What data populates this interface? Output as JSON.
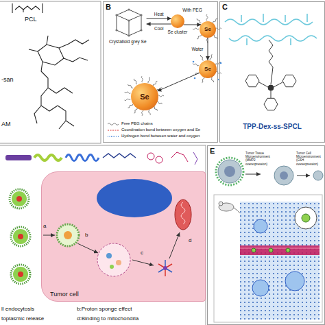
{
  "diagram": {
    "nodes": [
      {
        "text": [
          "B"
        ]
      },
      {
        "text": [
          "Crystalloid grey Se"
        ],
        "in": 0
      },
      {
        "text": [
          "Se cluster"
        ],
        "in": 0
      },
      {
        "text": [
          "Se"
        ],
        "in": 0
      },
      {
        "text": [
          "Se"
        ],
        "in": 0
      },
      {
        "text": [
          "Se"
        ],
        "in": 0
      },
      {
        "text": [
          "C",
          "TPP-Dex-ss-SPCL"
        ]
      },
      {
        "text": [
          "Tumor cell"
        ]
      },
      {
        "text": [
          "E"
        ]
      }
    ],
    "edges": [
      {
        "from": 1,
        "to": 2,
        "label": "Heat",
        "arrow": "to"
      },
      {
        "from": 2,
        "to": 1,
        "label": "Cool",
        "arrow": "to"
      },
      {
        "from": 2,
        "to": 3,
        "label": "With PEG",
        "arrow": "to"
      },
      {
        "from": 3,
        "to": 4,
        "label": "Water",
        "arrow": "to"
      },
      {
        "from": 4,
        "to": 5,
        "arrow": "to"
      }
    ],
    "labels": [
      "PCL",
      "-san",
      "AM",
      "a",
      "b",
      "c",
      "d",
      "ll endocytosis",
      "b:Proton sponge effect",
      "toplasmic release",
      "d:Binding to mitochondria",
      "Tumor Tissue Microenvironment (MMP2 overexpression)",
      "Tumor Cell Microenvironment (GSH overexpression)"
    ],
    "legend": [
      {
        "text": "Free PEG chains"
      },
      {
        "text": "Coordination bond between oxygen and Se"
      },
      {
        "text": "Hydrogen bond between water and oxygen"
      }
    ]
  }
}
